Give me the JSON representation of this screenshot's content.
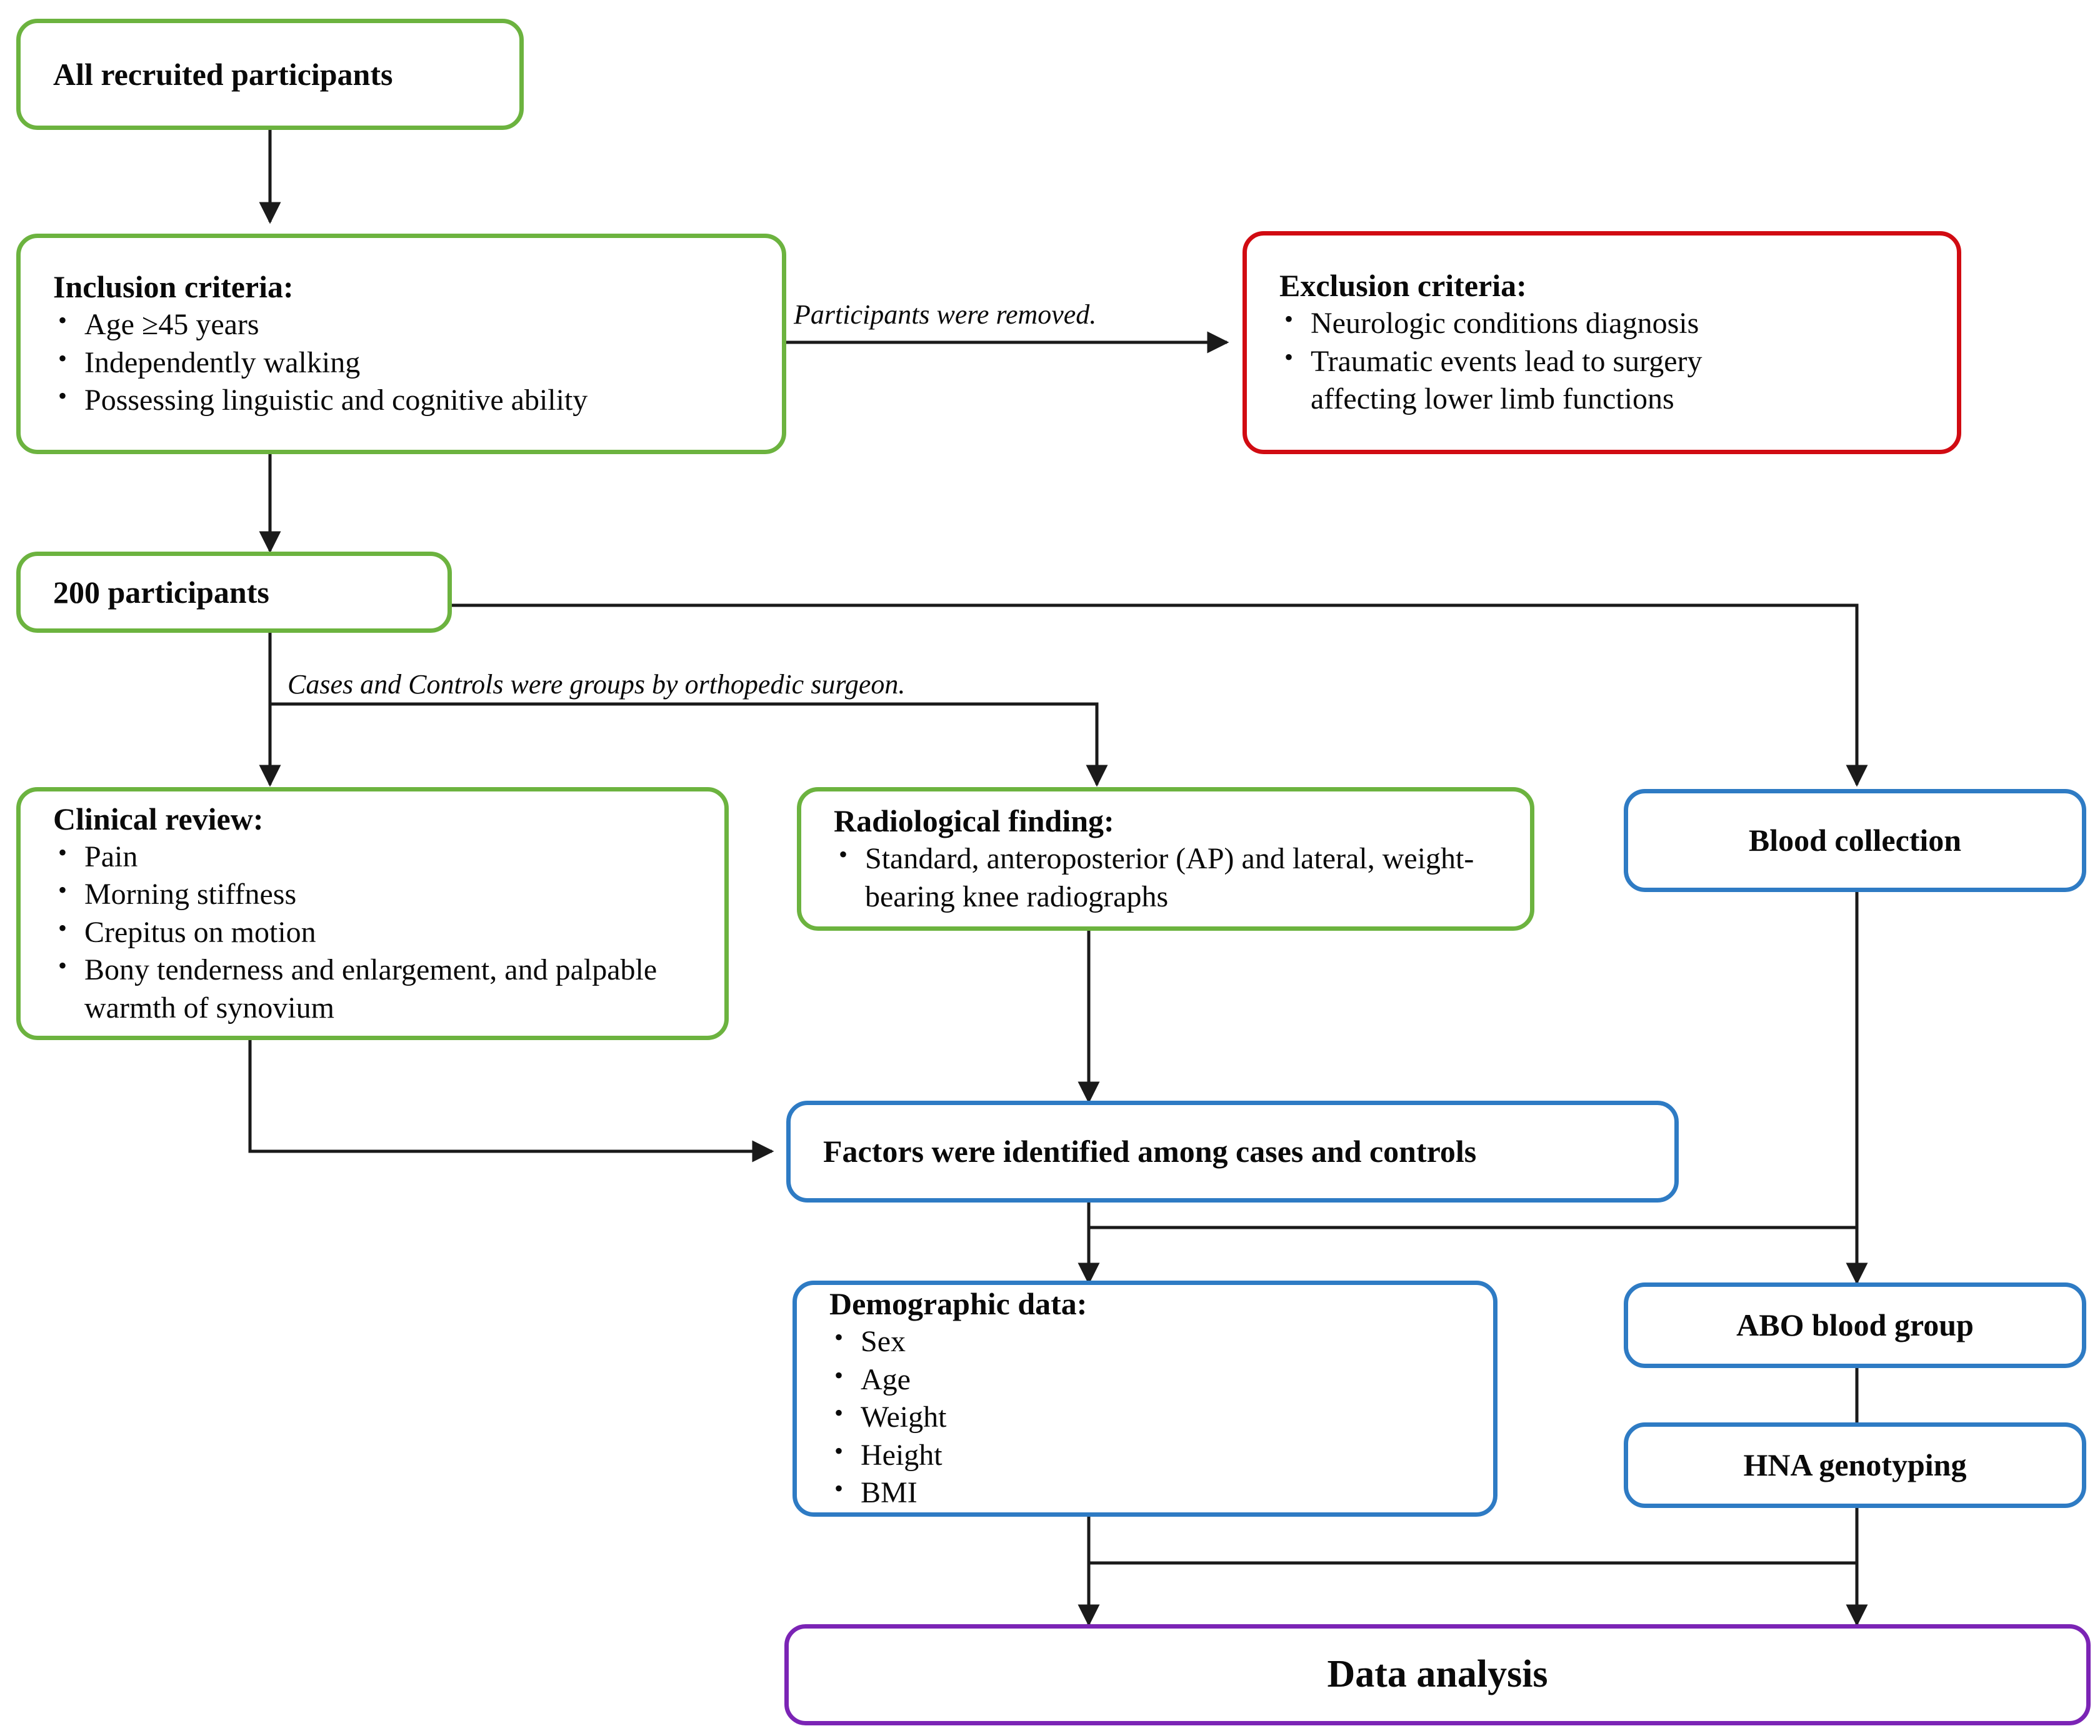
{
  "diagram": {
    "title": "Study participant flow diagram",
    "colors": {
      "green": "#6CB33F",
      "red": "#D10B12",
      "blue": "#2E7BC4",
      "purple": "#7B24B5",
      "connector": "#1a1a1a"
    }
  },
  "nodes": {
    "all_participants": {
      "title": "All  recruited participants",
      "color": "green"
    },
    "inclusion": {
      "title": "Inclusion criteria:",
      "color": "green",
      "items": [
        "Age ≥45 years",
        "Independently walking",
        "Possessing linguistic and cognitive ability"
      ]
    },
    "exclusion": {
      "title": "Exclusion criteria:",
      "color": "red",
      "items": [
        "Neurologic conditions diagnosis",
        "Traumatic events lead to surgery affecting lower limb functions"
      ]
    },
    "participants_200": {
      "title": "200 participants",
      "color": "green"
    },
    "clinical_review": {
      "title": "Clinical review:",
      "color": "green",
      "items": [
        "Pain",
        "Morning stiffness",
        "Crepitus on motion",
        "Bony tenderness and enlargement, and palpable warmth of synovium"
      ]
    },
    "radiological_finding": {
      "title": "Radiological finding:",
      "color": "green",
      "items": [
        "Standard, anteroposterior (AP) and lateral, weight-bearing knee radiographs"
      ]
    },
    "blood_collection": {
      "title": "Blood collection",
      "color": "blue"
    },
    "factors": {
      "title": "Factors were identified among cases and controls",
      "color": "blue"
    },
    "demographic_data": {
      "title": "Demographic data:",
      "color": "blue",
      "items": [
        "Sex",
        "Age",
        "Weight",
        "Height",
        "BMI"
      ]
    },
    "abo_blood_group": {
      "title": "ABO blood group",
      "color": "blue"
    },
    "hna_genotyping": {
      "title": "HNA genotyping",
      "color": "blue"
    },
    "data_analysis": {
      "title": "Data analysis",
      "color": "purple"
    }
  },
  "edge_labels": {
    "removed": "Participants were removed.",
    "grouping": "Cases and Controls were groups by orthopedic surgeon."
  }
}
